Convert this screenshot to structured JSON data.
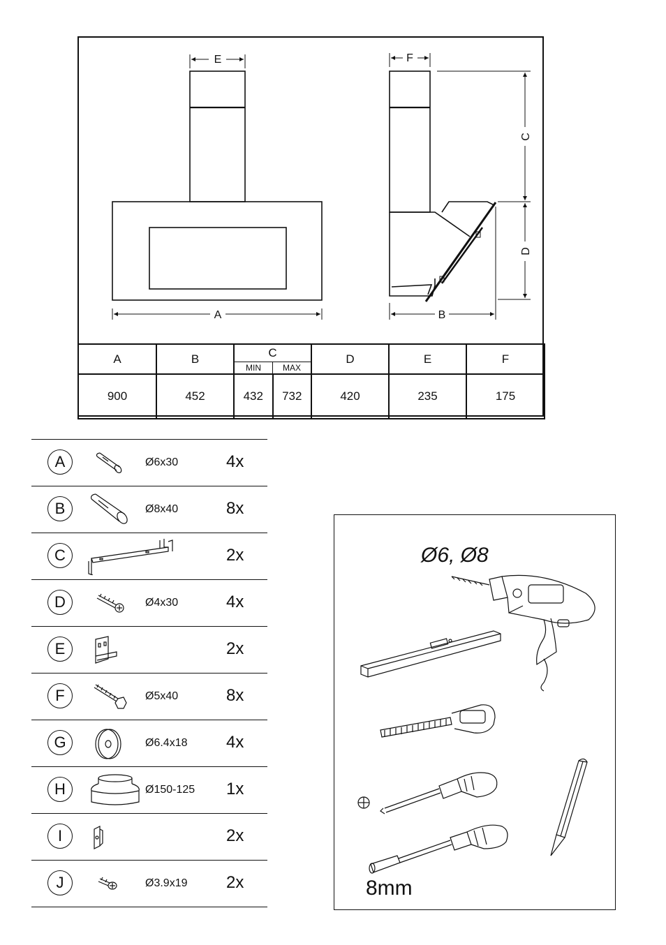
{
  "dimension_diagram": {
    "front_labels": {
      "a": "A",
      "e": "E"
    },
    "side_labels": {
      "b": "B",
      "c": "C",
      "d": "D",
      "f": "F"
    }
  },
  "dimension_table": {
    "headers": [
      "A",
      "B",
      "C",
      "D",
      "E",
      "F"
    ],
    "c_sub": {
      "min": "MIN",
      "max": "MAX"
    },
    "values": {
      "a": "900",
      "b": "452",
      "c_min": "432",
      "c_max": "732",
      "d": "420",
      "e": "235",
      "f": "175"
    }
  },
  "parts": [
    {
      "letter": "A",
      "icon": "wall-plug-small-icon",
      "spec": "Ø6x30",
      "qty": "4x"
    },
    {
      "letter": "B",
      "icon": "wall-plug-large-icon",
      "spec": "Ø8x40",
      "qty": "8x"
    },
    {
      "letter": "C",
      "icon": "mounting-bracket-icon",
      "spec": "",
      "qty": "2x"
    },
    {
      "letter": "D",
      "icon": "screw-icon",
      "spec": "Ø4x30",
      "qty": "4x"
    },
    {
      "letter": "E",
      "icon": "hook-bracket-icon",
      "spec": "",
      "qty": "2x"
    },
    {
      "letter": "F",
      "icon": "hex-bolt-icon",
      "spec": "Ø5x40",
      "qty": "8x"
    },
    {
      "letter": "G",
      "icon": "washer-icon",
      "spec": "Ø6.4x18",
      "qty": "4x"
    },
    {
      "letter": "H",
      "icon": "duct-reducer-icon",
      "spec": "Ø150-125",
      "qty": "1x"
    },
    {
      "letter": "I",
      "icon": "clip-icon",
      "spec": "",
      "qty": "2x"
    },
    {
      "letter": "J",
      "icon": "small-screw-icon",
      "spec": "Ø3.9x19",
      "qty": "2x"
    }
  ],
  "tools": {
    "drill_bits": "Ø6, Ø8",
    "socket_size": "8mm",
    "items": [
      "drill-icon",
      "spirit-level-icon",
      "tape-measure-icon",
      "phillips-screwdriver-icon",
      "socket-screwdriver-icon",
      "pencil-icon"
    ]
  }
}
